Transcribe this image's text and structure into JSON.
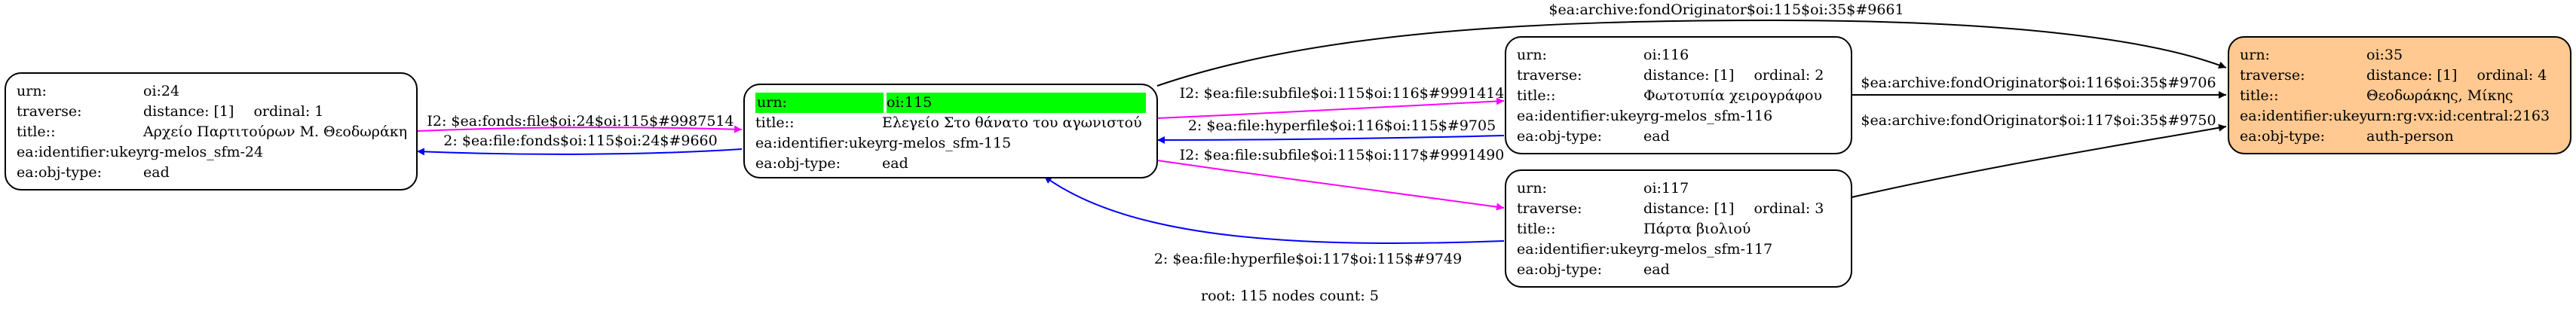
{
  "nodes": {
    "n24": {
      "urn_k": "urn:",
      "urn_v": "oi:24",
      "trav_k": "traverse:",
      "trav_v": "distance: [1]",
      "ord_v": "ordinal: 1",
      "title_k": "title::",
      "title_v": "Αρχείο Παρτιτούρων Μ. Θεοδωράκη",
      "id_k": "ea:identifier:ukey",
      "id_v": "rg-melos_sfm-24",
      "type_k": "ea:obj-type:",
      "type_v": "ead"
    },
    "n115": {
      "urn_k": "urn:",
      "urn_v": "oi:115",
      "title_k": "title::",
      "title_v": "Ελεγείο Στο θάνατο του αγωνιστού",
      "id_k": "ea:identifier:ukey",
      "id_v": "rg-melos_sfm-115",
      "type_k": "ea:obj-type:",
      "type_v": "ead"
    },
    "n116": {
      "urn_k": "urn:",
      "urn_v": "oi:116",
      "trav_k": "traverse:",
      "trav_v": "distance: [1]",
      "ord_v": "ordinal: 2",
      "title_k": "title::",
      "title_v": "Φωτοτυπία χειρογράφου",
      "id_k": "ea:identifier:ukey",
      "id_v": "rg-melos_sfm-116",
      "type_k": "ea:obj-type:",
      "type_v": "ead"
    },
    "n117": {
      "urn_k": "urn:",
      "urn_v": "oi:117",
      "trav_k": "traverse:",
      "trav_v": "distance: [1]",
      "ord_v": "ordinal: 3",
      "title_k": "title::",
      "title_v": "Πάρτα βιολιού",
      "id_k": "ea:identifier:ukey",
      "id_v": "rg-melos_sfm-117",
      "type_k": "ea:obj-type:",
      "type_v": "ead"
    },
    "n35": {
      "urn_k": "urn:",
      "urn_v": "oi:35",
      "trav_k": "traverse:",
      "trav_v": "distance: [1]",
      "ord_v": "ordinal: 4",
      "title_k": "title::",
      "title_v": "Θεοδωράκης, Μίκης",
      "id_k": "ea:identifier:ukey",
      "id_v": "urn:rg:vx:id:central:2163",
      "type_k": "ea:obj-type:",
      "type_v": "auth-person"
    }
  },
  "edges": {
    "e24_115": "I2: $ea:fonds:file$oi:24$oi:115$#9987514",
    "e115_24": "2: $ea:file:fonds$oi:115$oi:24$#9660",
    "e115_35": "$ea:archive:fondOriginator$oi:115$oi:35$#9661",
    "e115_116": "I2: $ea:file:subfile$oi:115$oi:116$#9991414",
    "e116_115": "2: $ea:file:hyperfile$oi:116$oi:115$#9705",
    "e115_117": "I2: $ea:file:subfile$oi:115$oi:117$#9991490",
    "e117_115": "2: $ea:file:hyperfile$oi:117$oi:115$#9749",
    "e116_35": "$ea:archive:fondOriginator$oi:116$oi:35$#9706",
    "e117_35": "$ea:archive:fondOriginator$oi:117$oi:35$#9750"
  },
  "colors": {
    "magenta_edge": "#ff00ff",
    "blue_edge": "#0000ff",
    "black_edge": "#000000",
    "highlight": "#00ff00",
    "origin_fill": "#ffc991"
  },
  "footer": "root: 115 nodes count: 5"
}
